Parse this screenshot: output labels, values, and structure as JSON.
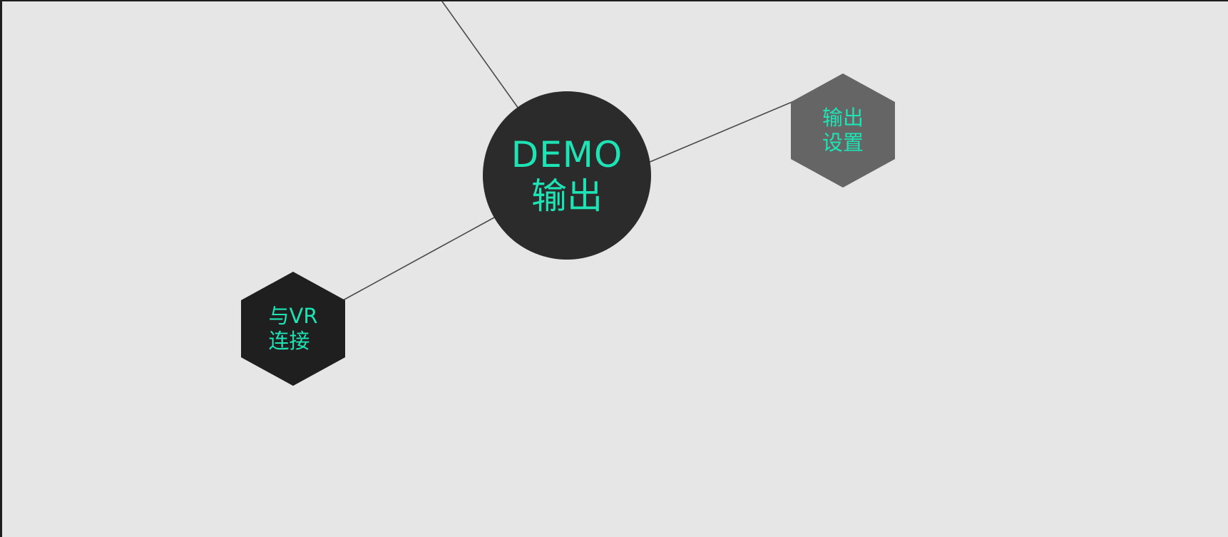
{
  "center_node": {
    "line1": "DEMO",
    "line2": "输出"
  },
  "output_settings_node": {
    "line1": "输出",
    "line2": "设置"
  },
  "vr_connect_node": {
    "line1": "与VR",
    "line2": "连接"
  },
  "colors": {
    "canvas_background": "#e6e6e6",
    "accent_text": "#1de3b5",
    "center_node_fill": "#2b2b2b",
    "output_settings_fill": "#656565",
    "vr_connect_fill": "#1f1f1f",
    "link_line": "#4a4a4a"
  }
}
